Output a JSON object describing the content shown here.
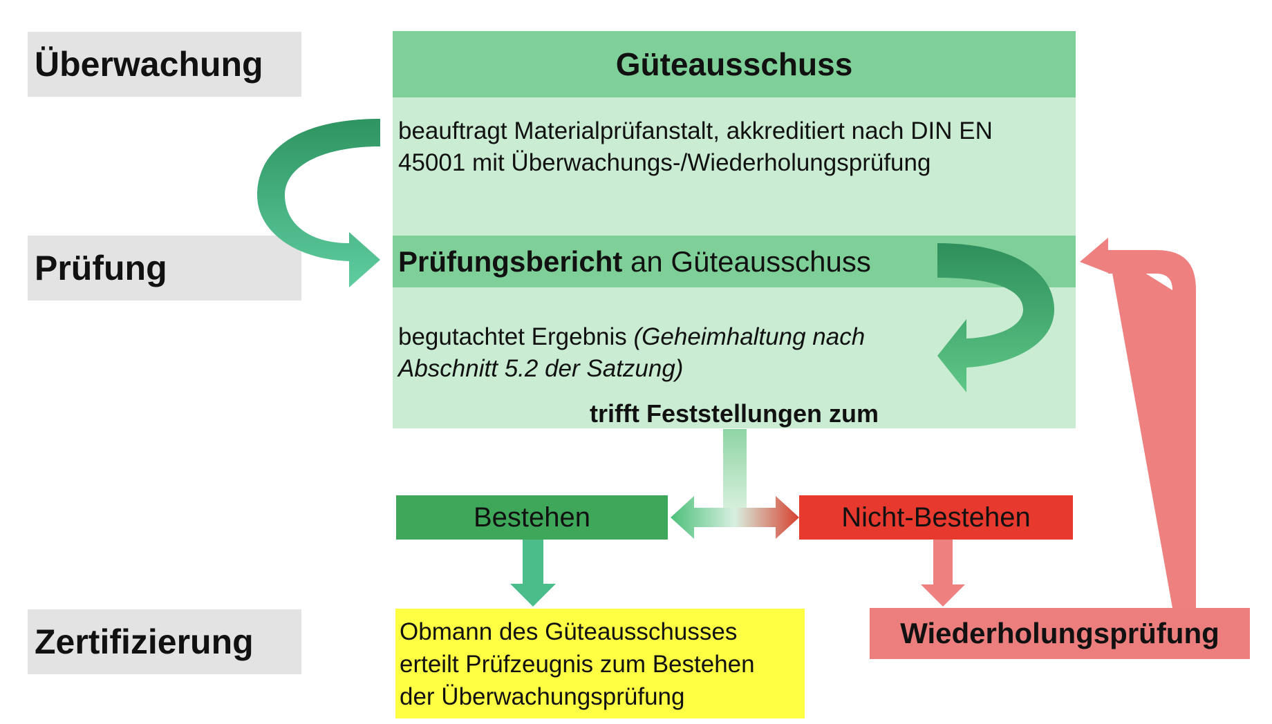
{
  "phases": {
    "monitoring": "Überwachung",
    "testing": "Prüfung",
    "certification": "Zertifizierung"
  },
  "committee": {
    "title": "Güteausschuss",
    "commission_line1": "beauftragt Materialprüfanstalt, akkreditiert nach DIN EN",
    "commission_line2": "45001 mit Überwachungs-/Wiederholungsprüfung",
    "report_bold": "Prüfungsbericht",
    "report_rest": " an Güteausschuss",
    "evaluation_plain": "begutachtet Ergebnis ",
    "evaluation_note_line1": "(Geheimhaltung nach",
    "evaluation_note_line2": "Abschnitt 5.2 der Satzung)",
    "findings": "trifft Feststellungen zum"
  },
  "outcomes": {
    "pass": "Bestehen",
    "fail": "Nicht-Bestehen"
  },
  "certificate": {
    "line1": "Obmann des Güteausschusses",
    "line2": "erteilt Prüfzeugnis zum Bestehen",
    "line3": "der Überwachungsprüfung"
  },
  "retest": "Wiederholungsprüfung",
  "colors": {
    "header_green": "#7fcf98",
    "block_green": "#c9ecd2",
    "pass_green": "#3fa75a",
    "fail_red": "#e8392e",
    "retest_red": "#ec7e7e",
    "certificate_yellow": "#ffff44",
    "phase_gray": "#e3e3e3"
  }
}
